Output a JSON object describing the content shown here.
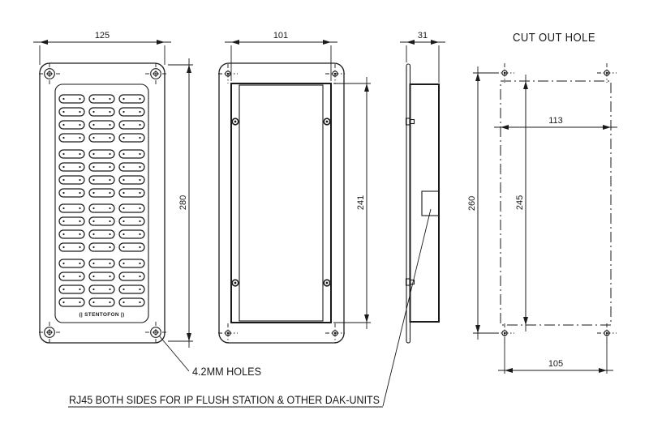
{
  "drawing": {
    "cutout_title": "CUT OUT HOLE",
    "logo": "(| STENTOFON |)",
    "dimensions": {
      "front_width": "125",
      "front_height": "280",
      "rear_box_width": "101",
      "rear_box_height": "241",
      "side_depth": "31",
      "cutout_width": "113",
      "cutout_height": "245",
      "hole_spacing_vertical": "260",
      "hole_spacing_horizontal": "105"
    },
    "notes": {
      "holes_note": "4.2MM HOLES",
      "rj45_note": "RJ45 BOTH SIDES FOR IP FLUSH STATION & OTHER DAK-UNITS"
    }
  },
  "grille": {
    "groups": 4,
    "rows_per_group": 4,
    "columns": 3,
    "total_slots": 48
  },
  "colors": {
    "line": "#1a1a1a",
    "background": "#ffffff"
  }
}
